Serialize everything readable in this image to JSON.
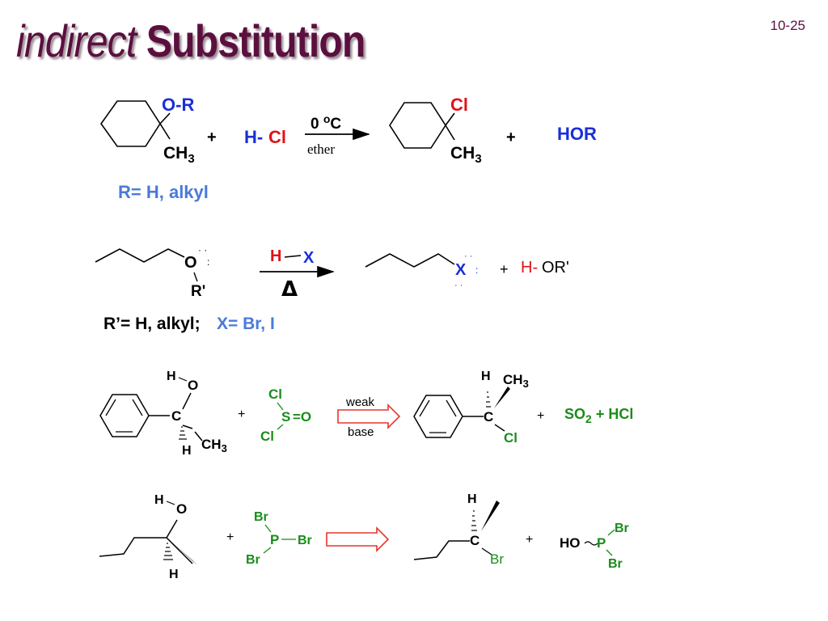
{
  "slide": {
    "title_italic": "indirect",
    "title_bold": "Substitution",
    "page_number": "10-25"
  },
  "reaction1": {
    "substituent": "O-R",
    "methyl": "CH3",
    "plus1": "+",
    "reagent_h": "H-",
    "reagent_cl": "Cl",
    "condition_temp": "0 oC",
    "condition_solvent": "ether",
    "product_cl": "Cl",
    "product_methyl": "CH3",
    "plus2": "+",
    "byproduct": "HOR",
    "note": "R= H, alkyl"
  },
  "reaction2": {
    "oxygen": "O",
    "r_prime": "R'",
    "reagent_h": "H",
    "reagent_x": "X",
    "condition": "Δ",
    "product_x": "X",
    "plus": "+",
    "byproduct_h": "H-",
    "byproduct_or": "OR'",
    "note_black": "R’= H, alkyl;",
    "note_blue": "X= Br, I"
  },
  "reaction3": {
    "oh_h": "H",
    "oh_o": "O",
    "carbon": "C",
    "h_label": "H",
    "methyl": "CH3",
    "plus1": "+",
    "soCl2": {
      "cl_top": "Cl",
      "s": "S",
      "eq_o": "=O",
      "cl_bottom": "Cl"
    },
    "arrow_top": "weak",
    "arrow_bottom": "base",
    "product_h": "H",
    "product_methyl": "CH3",
    "product_c": "C",
    "product_cl": "Cl",
    "plus2": "+",
    "byproducts": "SO2 + HCl"
  },
  "reaction4": {
    "oh_h": "H",
    "oh_o": "O",
    "h_label": "H",
    "plus1": "+",
    "pbr3": {
      "br_top": "Br",
      "p": "P",
      "br_right": "Br",
      "br_bottom": "Br"
    },
    "product_h": "H",
    "product_c": "C",
    "product_br": "Br",
    "plus2": "+",
    "byproduct": {
      "ho": "HO",
      "p": "P",
      "br_top": "Br",
      "br_bottom": "Br"
    }
  },
  "colors": {
    "title": "#5b0f3f",
    "blue": "#1a2fd6",
    "red": "#e0121a",
    "green": "#1a8c1a",
    "light_blue": "#4a7bd8",
    "arrow_red": "#e8352b"
  }
}
